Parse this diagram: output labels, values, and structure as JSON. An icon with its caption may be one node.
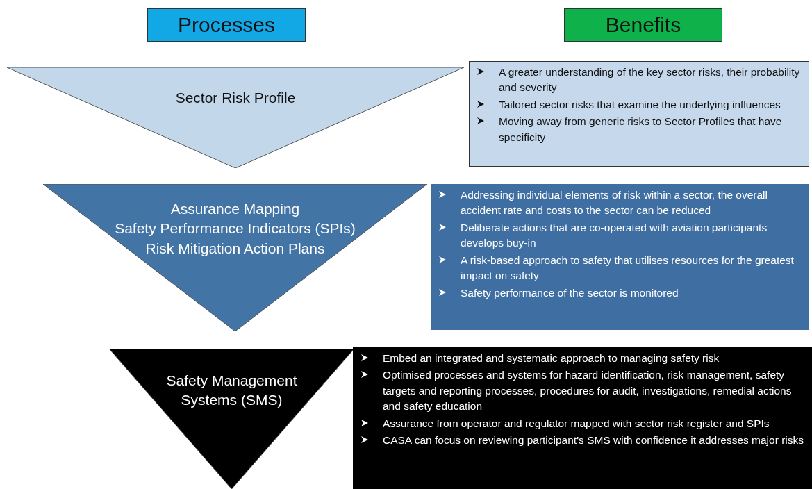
{
  "diagram": {
    "nodes": [
      {
        "text": [
          "Processes"
        ]
      },
      {
        "text": [
          "Benefits"
        ]
      },
      {
        "text": [
          "Sector Risk Profile"
        ]
      },
      {
        "text": [
          "A greater understanding of the key sector risks, their probability and severity",
          "Tailored sector risks that examine the underlying influences",
          "Moving away from generic risks to Sector Profiles that have specificity"
        ]
      },
      {
        "text": [
          "Assurance Mapping",
          "Safety Performance Indicators (SPIs)",
          "Risk Mitigation Action Plans"
        ]
      },
      {
        "text": [
          "Addressing individual elements of risk within a sector, the overall accident rate and costs to the sector can be reduced",
          "Deliberate actions that are co-operated with aviation participants develops buy-in",
          "A risk-based approach to safety that utilises resources for the greatest impact on safety",
          "Safety performance of the sector is monitored"
        ]
      },
      {
        "text": [
          "Safety Management Systems (SMS)"
        ]
      },
      {
        "text": [
          "Embed an integrated and systematic approach to managing safety risk",
          "Optimised processes and systems for hazard identification, risk management, safety targets and reporting processes, procedures for audit, investigations, remedial actions and safety education",
          "Assurance from operator and regulator mapped with sector risk register and SPIs",
          "CASA can focus on reviewing participant's SMS with confidence it addresses major risks"
        ]
      }
    ],
    "edges": []
  }
}
